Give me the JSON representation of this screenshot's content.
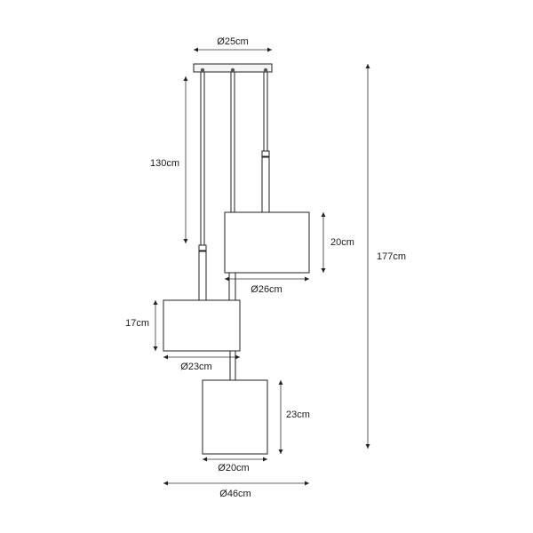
{
  "labels": {
    "canopy_diameter": "Ø25cm",
    "cable_length": "130cm",
    "total_height": "177cm",
    "shade_large_height": "20cm",
    "shade_large_diameter": "Ø26cm",
    "shade_medium_height": "17cm",
    "shade_medium_diameter": "Ø23cm",
    "shade_small_height": "23cm",
    "shade_small_diameter": "Ø20cm",
    "overall_diameter": "Ø46cm"
  }
}
